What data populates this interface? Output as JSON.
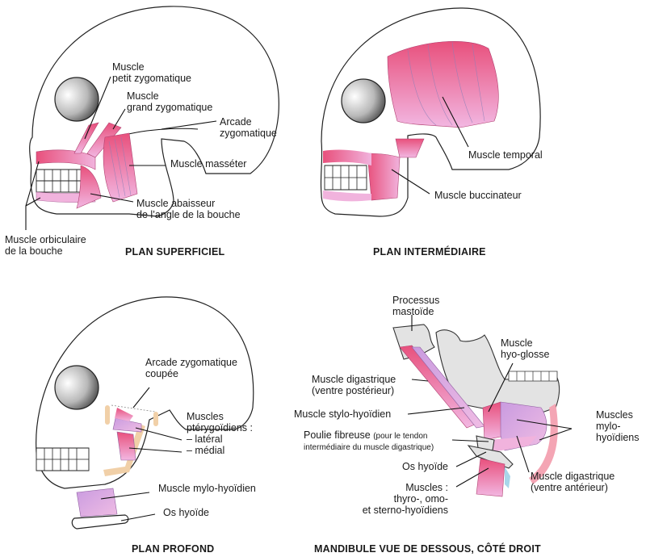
{
  "colors": {
    "muscle_dark": "#e8507c",
    "muscle_light": "#f1b3dd",
    "muscle_violet": "#d6a3e6",
    "bone_grey": "#e3e3e3",
    "cut_bone": "#f1d0a8",
    "eye_socket": "#8a8a8a",
    "line": "#111111"
  },
  "panels": [
    {
      "title": "PLAN SUPERFICIEL",
      "labels": [
        {
          "lines": [
            "Muscle",
            "petit zygomatique"
          ]
        },
        {
          "lines": [
            "Muscle",
            "grand zygomatique"
          ]
        },
        {
          "lines": [
            "Arcade",
            "zygomatique"
          ]
        },
        {
          "lines": [
            "Muscle masséter"
          ]
        },
        {
          "lines": [
            "Muscle abaisseur",
            "de l’angle de la bouche"
          ]
        },
        {
          "lines": [
            "Muscle orbiculaire",
            "de la bouche"
          ]
        }
      ]
    },
    {
      "title": "PLAN INTERMÉDIAIRE",
      "labels": [
        {
          "lines": [
            "Muscle temporal"
          ]
        },
        {
          "lines": [
            "Muscle buccinateur"
          ]
        }
      ]
    },
    {
      "title": "PLAN PROFOND",
      "labels": [
        {
          "lines": [
            "Arcade zygomatique",
            "coupée"
          ]
        },
        {
          "lines": [
            "Muscles",
            "ptérygoïdiens :",
            "– latéral",
            "– médial"
          ]
        },
        {
          "lines": [
            "Muscle mylo-hyoïdien"
          ]
        },
        {
          "lines": [
            "Os hyoïde"
          ]
        }
      ]
    },
    {
      "title": "MANDIBULE VUE DE DESSOUS, CÔTÉ DROIT",
      "labels": [
        {
          "lines": [
            "Processus",
            "mastoïde"
          ]
        },
        {
          "lines": [
            "Muscle",
            "hyo-glosse"
          ]
        },
        {
          "lines": [
            "Muscle digastrique",
            "(ventre postérieur)"
          ]
        },
        {
          "lines": [
            "Muscle stylo-hyoïdien"
          ]
        },
        {
          "main": "Poulie fibreuse",
          "note": "(pour le tendon",
          "note2": "intermédiaire du muscle digastrique)"
        },
        {
          "lines": [
            "Os hyoïde"
          ]
        },
        {
          "lines": [
            "Muscles :",
            "thyro-, omo-",
            "et sterno-hyoïdiens"
          ]
        },
        {
          "lines": [
            "Muscles",
            "mylo-",
            "hyoïdiens"
          ]
        },
        {
          "lines": [
            "Muscle digastrique",
            "(ventre antérieur)"
          ]
        }
      ]
    }
  ]
}
